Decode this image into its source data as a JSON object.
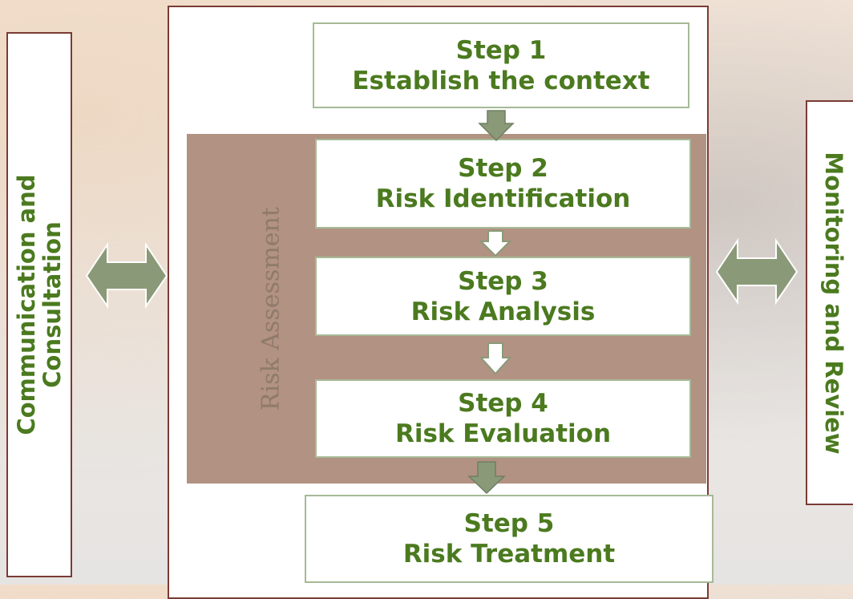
{
  "left_panel": {
    "line1": "Communication  and",
    "line2": "Consultation"
  },
  "right_panel": {
    "text": "Monitoring  and Review"
  },
  "risk_assessment": {
    "label": "Risk Assessment"
  },
  "steps": [
    {
      "number": "Step 1",
      "title": "Establish the context"
    },
    {
      "number": "Step 2",
      "title": "Risk Identification"
    },
    {
      "number": "Step 3",
      "title": "Risk Analysis"
    },
    {
      "number": "Step 4",
      "title": "Risk Evaluation"
    },
    {
      "number": "Step 5",
      "title": "Risk Treatment"
    }
  ],
  "colors": {
    "text_green": "#4b7a1f",
    "panel_border": "#7a3b34",
    "risk_band": "#b29282",
    "arrow_fill": "#8a9a78",
    "step_border": "#a6ba96"
  }
}
